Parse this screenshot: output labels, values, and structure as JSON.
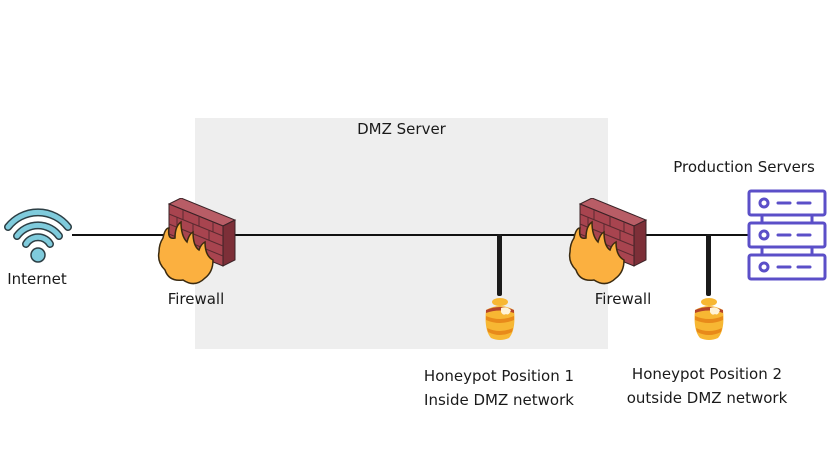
{
  "diagram": {
    "dmz": {
      "label": "DMZ Server"
    },
    "nodes": {
      "internet": {
        "label": "Internet",
        "icon": "wifi-icon"
      },
      "firewall_1": {
        "label": "Firewall",
        "icon": "firewall-icon"
      },
      "firewall_2": {
        "label": "Firewall",
        "icon": "firewall-icon"
      },
      "production": {
        "label": "Production Servers",
        "icon": "server-stack-icon"
      },
      "honeypot_1": {
        "line1": "Honeypot Position 1",
        "line2": "Inside DMZ network",
        "icon": "honeypot-icon"
      },
      "honeypot_2": {
        "line1": "Honeypot Position 2",
        "line2": "outside DMZ network",
        "icon": "honeypot-icon"
      }
    },
    "colors": {
      "dmz_fill": "#eeeeee",
      "wifi": "#7fcbdc",
      "brick": "#a8444f",
      "flame": "#fbb040",
      "server": "#5b4fc8",
      "honey": "#f7b733"
    }
  }
}
